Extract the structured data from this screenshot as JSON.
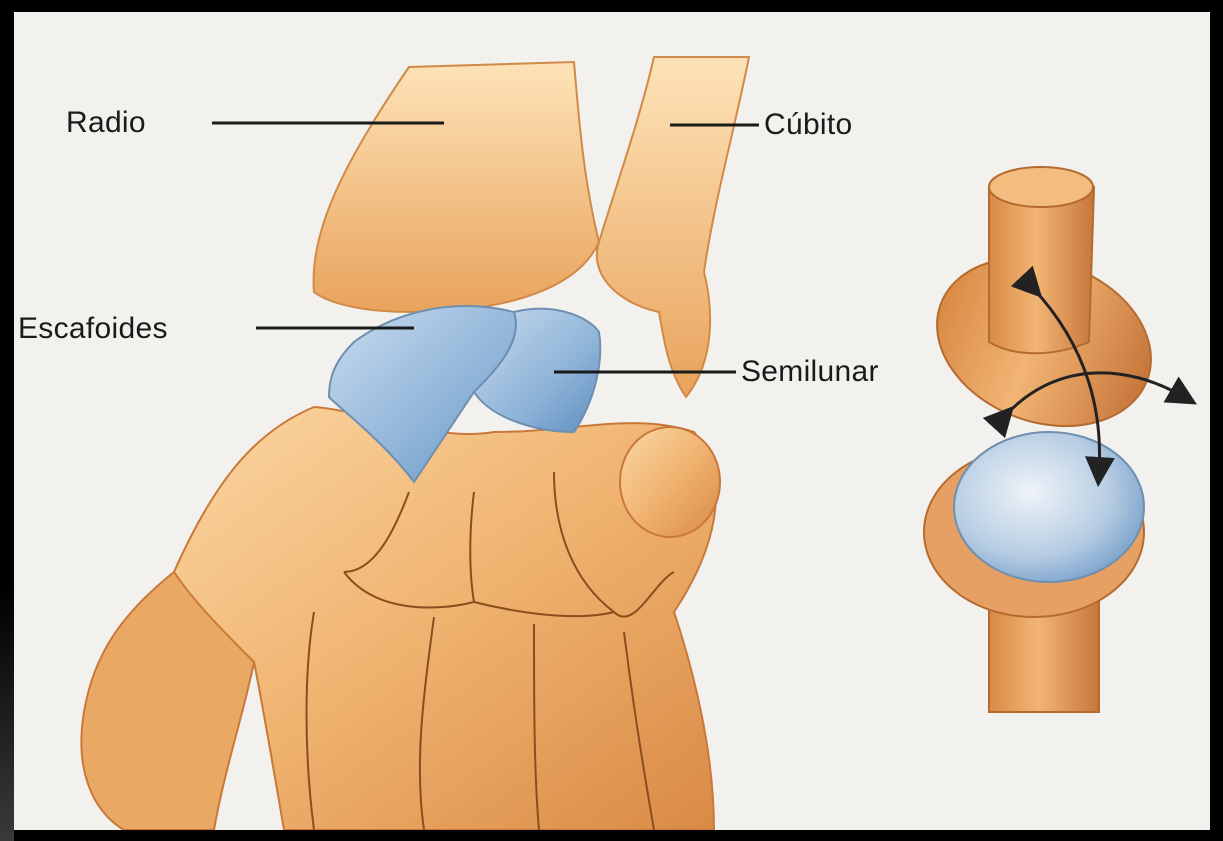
{
  "labels": {
    "radio": "Radio",
    "cubito": "Cúbito",
    "escafoides": "Escafoides",
    "semilunar": "Semilunar"
  },
  "colors": {
    "bone_light": "#f6c98a",
    "bone": "#e8a05a",
    "bone_dark": "#c9783a",
    "cartilage_blue": "#8fb4d8",
    "background": "#f3f1ee",
    "frame": "#000000"
  },
  "icons": {
    "movement_arrows": "biaxial-arrows-icon"
  }
}
